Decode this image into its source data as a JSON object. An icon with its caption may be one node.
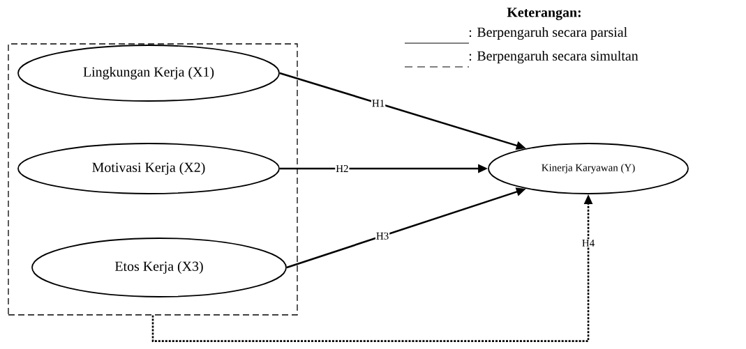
{
  "diagram": {
    "nodes": [
      {
        "text": [],
        "shape": "box"
      },
      {
        "text": [
          "Lingkungan Kerja (X1)"
        ],
        "in": 0
      },
      {
        "text": [
          "Motivasi Kerja (X2)"
        ],
        "in": 0
      },
      {
        "text": [
          "Etos Kerja (X3)"
        ],
        "in": 0
      },
      {
        "text": [
          "Kinerja Karyawan (Y)"
        ]
      }
    ],
    "edges": [
      {
        "from": 1,
        "to": 4,
        "arrow": "to",
        "label": "H1"
      },
      {
        "from": 2,
        "to": 4,
        "arrow": "to",
        "label": "H2"
      },
      {
        "from": 3,
        "to": 4,
        "arrow": "to",
        "label": "H3"
      },
      {
        "from": 0,
        "to": 4,
        "arrow": "to",
        "label": "H4",
        "style": "dashed"
      }
    ],
    "labels": [
      "Keterangan:"
    ],
    "legend": [
      {
        "text": ": Berpengaruh secara parsial"
      },
      {
        "text": ": Berpengaruh secara simultan"
      }
    ]
  }
}
